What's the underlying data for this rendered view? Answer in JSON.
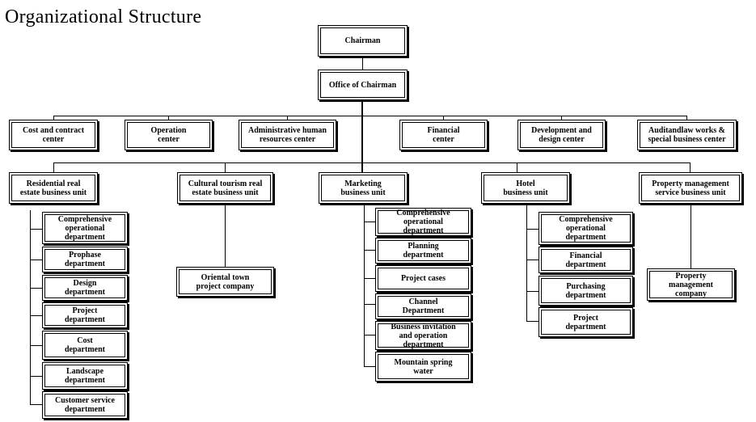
{
  "title": "Organizational Structure",
  "chairman": "Chairman",
  "office": "Office of Chairman",
  "centers": [
    "Cost and contract\ncenter",
    "Operation\ncenter",
    "Administrative human\nresources center",
    "Financial\ncenter",
    "Development and\ndesign center",
    "Auditandlaw works &\nspecial business center"
  ],
  "units": [
    "Residential real\nestate business unit",
    "Cultural tourism real\nestate business unit",
    "Marketing\nbusiness unit",
    "Hotel\nbusiness unit",
    "Property management\nservice business unit"
  ],
  "residential_depts": [
    "Comprehensive\noperational\ndepartment",
    "Prophase\ndepartment",
    "Design\ndepartment",
    "Project\ndepartment",
    "Cost\ndepartment",
    "Landscape\ndepartment",
    "Customer service\ndepartment"
  ],
  "cultural_depts": [
    "Oriental town\nproject company"
  ],
  "marketing_depts": [
    "Comprehensive\noperational\ndepartment",
    "Planning\ndepartment",
    "Project cases",
    "Channel\nDepartment",
    "Business invitation\nand operation\ndepartment",
    "Mountain spring\nwater"
  ],
  "hotel_depts": [
    "Comprehensive\noperational\ndepartment",
    "Financial\ndepartment",
    "Purchasing\ndepartment",
    "Project\ndepartment"
  ],
  "property_depts": [
    "Property\nmanagement\ncompany"
  ]
}
